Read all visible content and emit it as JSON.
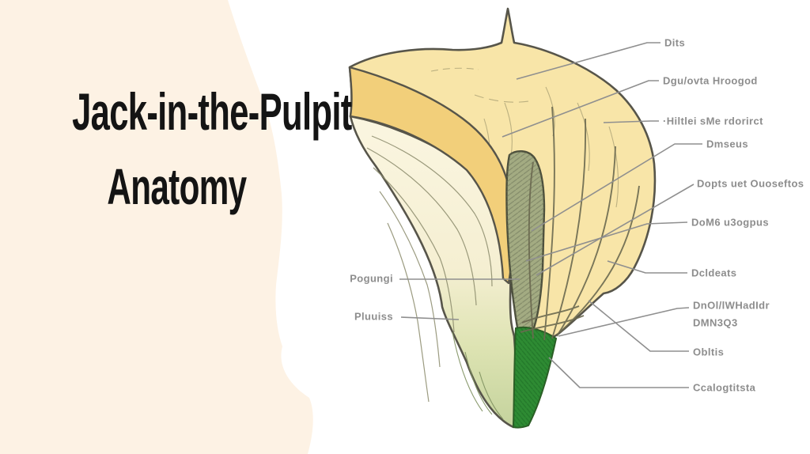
{
  "title": {
    "line1": "Jack-in-the-Pulpit",
    "line2": "Anatomy"
  },
  "labels": {
    "right": [
      {
        "text": "Dits"
      },
      {
        "text": "Dgu/ovta Hroogod"
      },
      {
        "text": "·Hiltlei sMe rdorirct"
      },
      {
        "text": "Dmseus"
      },
      {
        "text": "Dopts uet Ouoseftos"
      },
      {
        "text": "DoM6 u3ogpus"
      },
      {
        "text": "Dcldeats"
      },
      {
        "text": "DnOl/lWHadIdr",
        "text2": "DMN3Q3"
      },
      {
        "text": "Obltis"
      },
      {
        "text": "Ccalogtitsta"
      }
    ],
    "left": [
      {
        "text": "Pogungi"
      },
      {
        "text": "Pluuiss"
      }
    ]
  },
  "figure": {
    "subject": "jack-in-the-pulpit flower cutaway illustration",
    "colors": {
      "panel_cream": "#fdf2e4",
      "background": "#ffffff",
      "spathe_hood": "#f8e5a8",
      "spathe_inner_fold": "#f2cf7a",
      "tube_ivory": "#faf5df",
      "tube_sage": "#c3d29c",
      "spadix": "#a3ab82",
      "spadix_base_green": "#2e8b33",
      "outline": "#57554a",
      "leader_line": "#8f8f8f",
      "label_text": "#8d8d8d",
      "title_text": "#141414"
    }
  }
}
